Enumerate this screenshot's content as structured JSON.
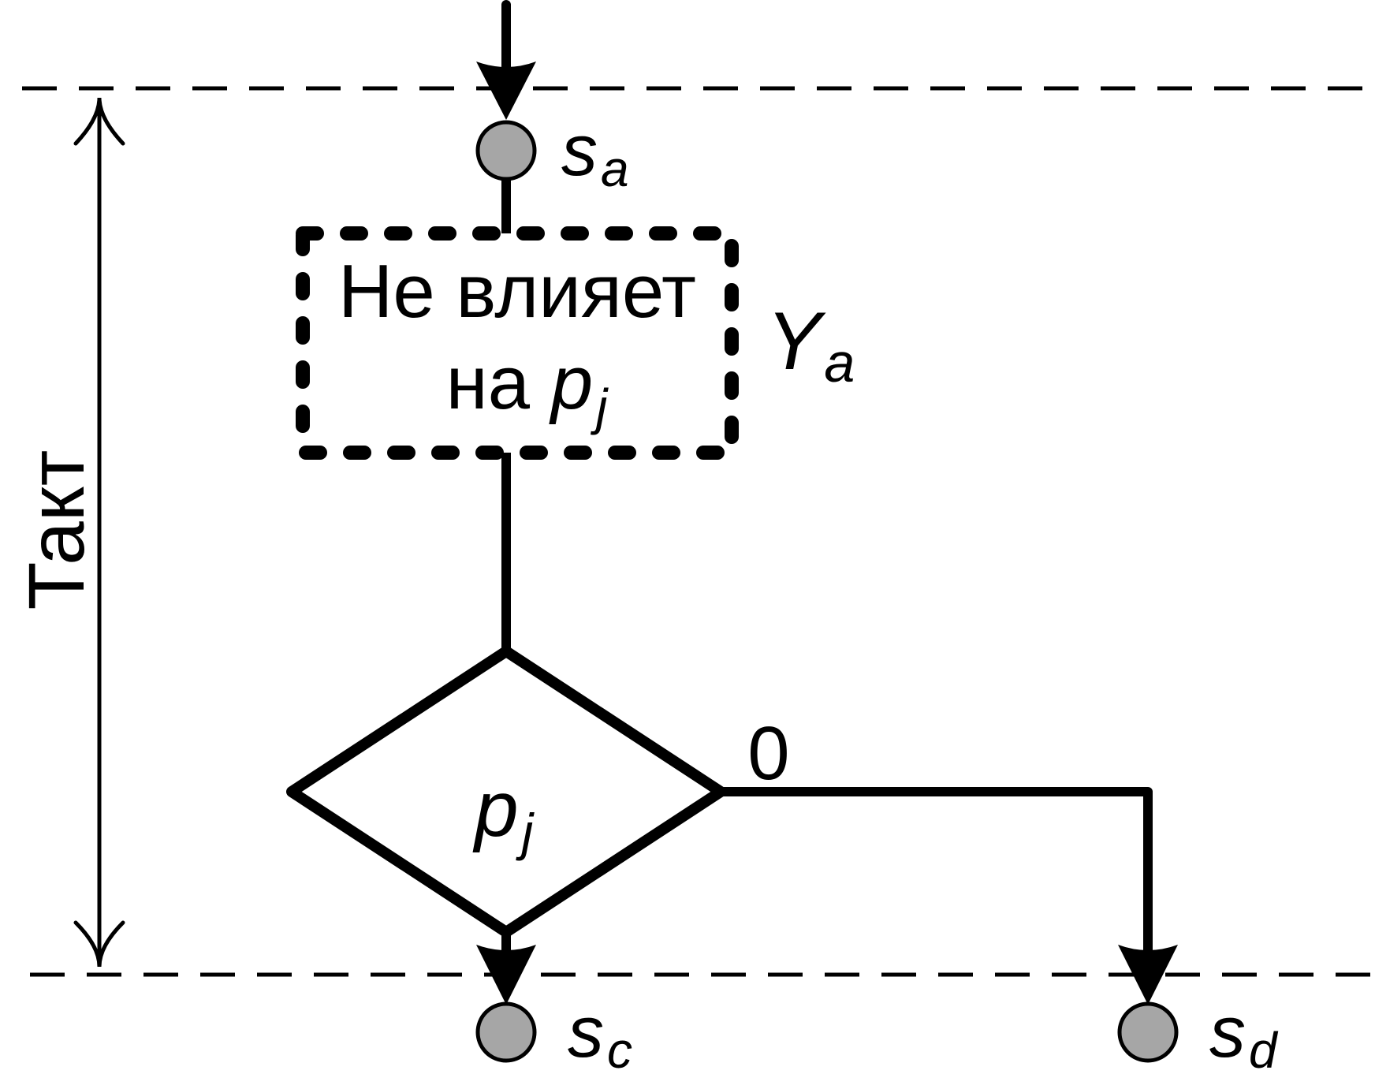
{
  "colors": {
    "ink": "#000000",
    "node_fill": "#a6a6a6",
    "background": "#ffffff"
  },
  "diagram": {
    "cycle_label": "Такт",
    "states": {
      "a": {
        "symbol": "s",
        "subscript": "a"
      },
      "c": {
        "symbol": "s",
        "subscript": "c"
      },
      "d": {
        "symbol": "s",
        "subscript": "d"
      }
    },
    "action_block": {
      "line1": "Не влияет",
      "line2_prefix": "на ",
      "var_symbol": "p",
      "var_subscript": "j",
      "output_symbol": "Y",
      "output_subscript": "a"
    },
    "decision": {
      "var_symbol": "p",
      "var_subscript": "j",
      "false_branch_label": "0"
    }
  }
}
